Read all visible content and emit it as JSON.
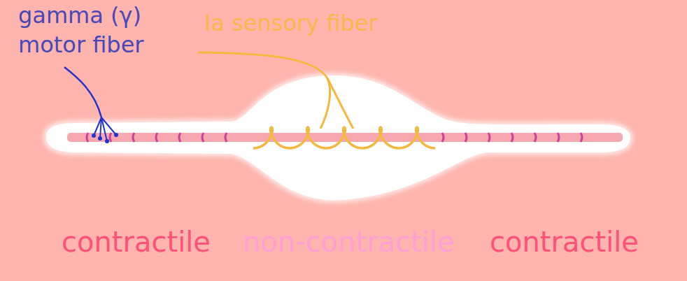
{
  "diagram": {
    "labels": [
      "gamma (γ) motor fiber",
      "Ia sensory fiber",
      "contractile",
      "non-contractile",
      "contractile"
    ]
  }
}
